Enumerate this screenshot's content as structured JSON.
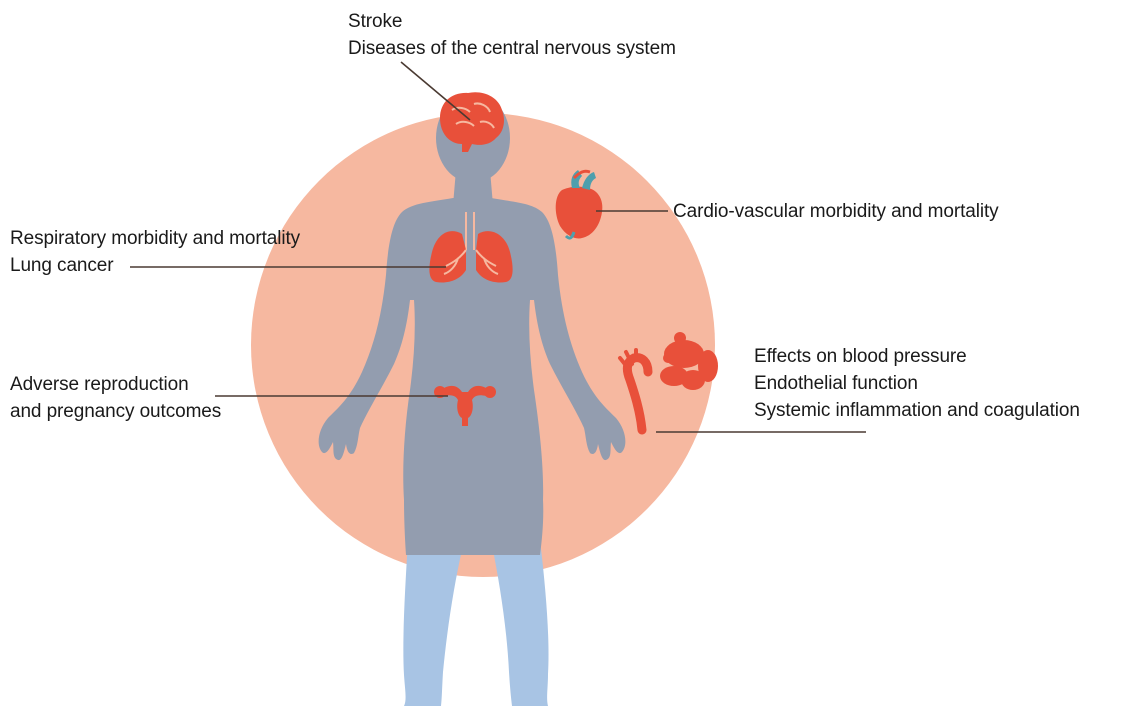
{
  "colors": {
    "halo": "#F6B8A0",
    "body_gray": "#939DAF",
    "legs_blue": "#A8C4E4",
    "organ_red": "#E8503A",
    "vessel_teal": "#4E9FAD",
    "leader_line": "#4A3A32",
    "text": "#1a1a1a"
  },
  "icons": {
    "brain": "brain-icon",
    "lungs": "lungs-icon",
    "heart": "heart-icon",
    "uterus": "uterus-icon",
    "artery": "artery-icon",
    "blood_cells": "blood-cells-icon"
  },
  "labels": {
    "brain": {
      "line1": "Stroke",
      "line2": "Diseases of the central nervous system"
    },
    "heart": {
      "line1": "Cardio-vascular morbidity and mortality"
    },
    "lungs": {
      "line1": "Respiratory morbidity and mortality",
      "line2": "Lung cancer"
    },
    "reproduction": {
      "line1": "Adverse reproduction",
      "line2": "and pregnancy outcomes"
    },
    "circulation": {
      "line1": "Effects on blood pressure",
      "line2": "Endothelial function",
      "line3": "Systemic inflammation and coagulation"
    }
  }
}
